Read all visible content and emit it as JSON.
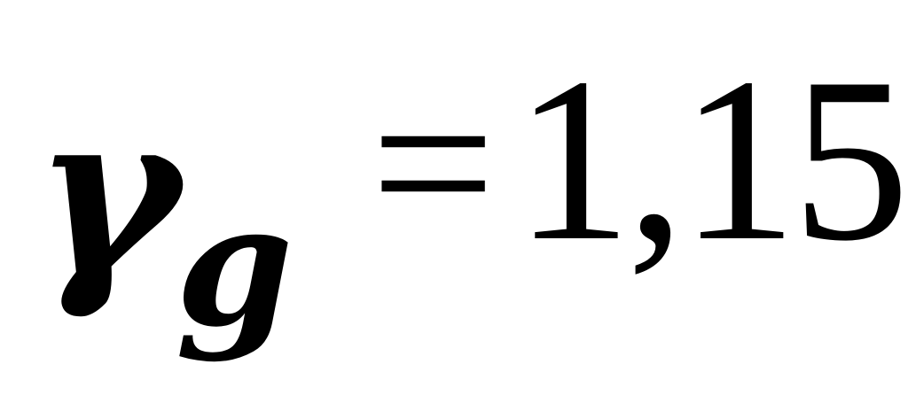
{
  "formula": {
    "symbol": "γ",
    "subscript": "g",
    "operator": "=",
    "value": "1,15"
  }
}
